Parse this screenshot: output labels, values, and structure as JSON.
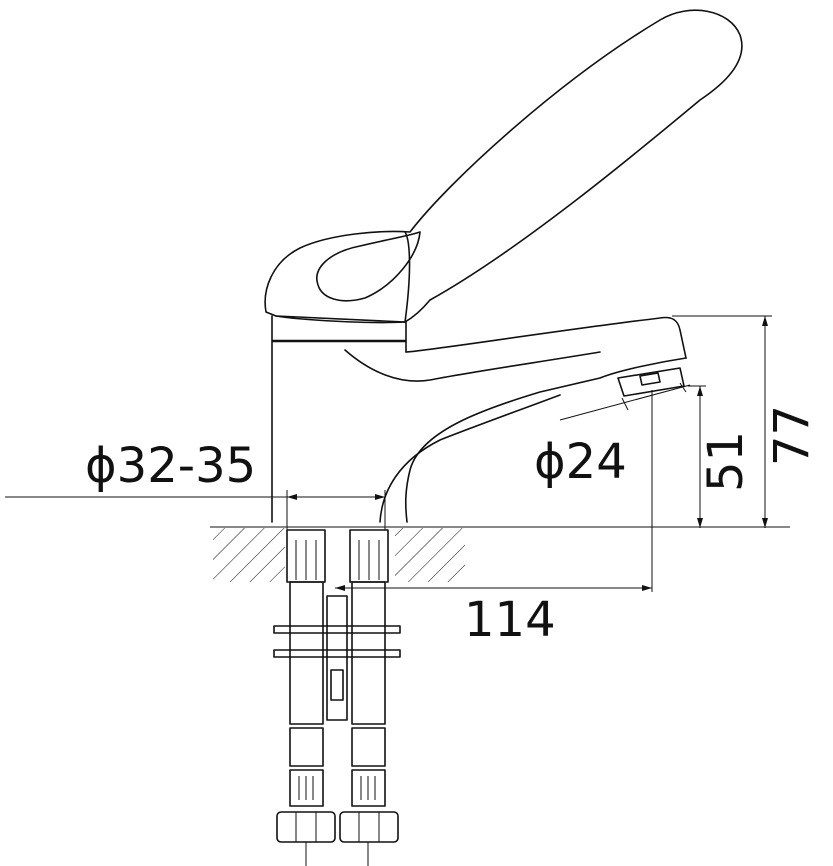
{
  "dimensions": {
    "mount_hole": "ϕ32-35",
    "aerator": "ϕ24",
    "spout_height": "51",
    "total_height": "77",
    "spout_reach": "114"
  }
}
